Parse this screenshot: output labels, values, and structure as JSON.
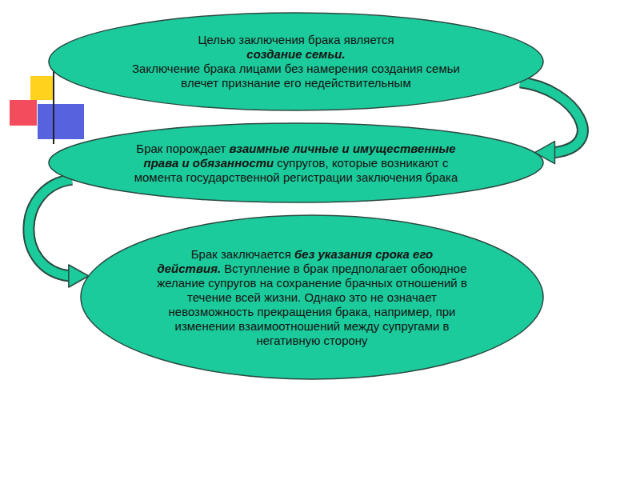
{
  "diagram": {
    "nodes": [
      {
        "text": [
          "Целью заключения брака является",
          "создание семьи.",
          "Заключение брака лицами без намерения создания семьи влечет признание его недействительным"
        ]
      },
      {
        "text": [
          "Брак порождает",
          "взаимные личные и имущественные права и обязанности",
          "супругов, которые возникают с момента государственной регистрации заключения брака"
        ]
      },
      {
        "text": [
          "Брак заключается",
          "без указания срока его действия.",
          "Вступление в брак предполагает обоюдное желание супругов на сохранение брачных отношений в течение всей жизни. Однако это не означает невозможность прекращения брака, например, при изменении взаимоотношений между супругами в негативную сторону"
        ]
      }
    ],
    "edges": [
      {
        "from": 0,
        "to": 1,
        "arrow": "to"
      },
      {
        "from": 1,
        "to": 2,
        "arrow": "to"
      }
    ]
  }
}
